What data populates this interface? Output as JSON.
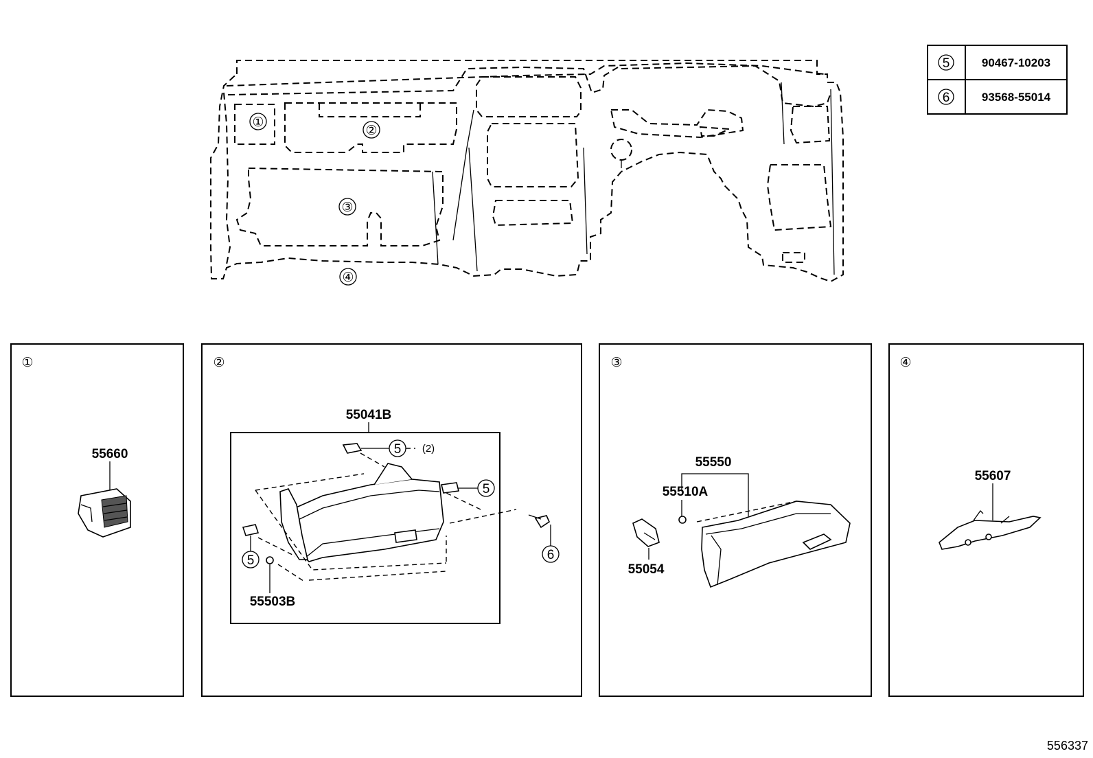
{
  "callouts": [
    "①",
    "②",
    "③",
    "④"
  ],
  "legend": {
    "rows": [
      {
        "ref": "5",
        "part": "90467-10203"
      },
      {
        "ref": "6",
        "part": "93568-55014"
      }
    ]
  },
  "panels": [
    {
      "ref": "①",
      "labels": [
        "55660"
      ]
    },
    {
      "ref": "②",
      "labels": [
        "55041B",
        "5",
        "(2)",
        "5",
        "5",
        "6",
        "55503B"
      ]
    },
    {
      "ref": "③",
      "labels": [
        "55550",
        "55510A",
        "55054"
      ]
    },
    {
      "ref": "④",
      "labels": [
        "55607"
      ]
    }
  ],
  "diagram_id": "556337"
}
